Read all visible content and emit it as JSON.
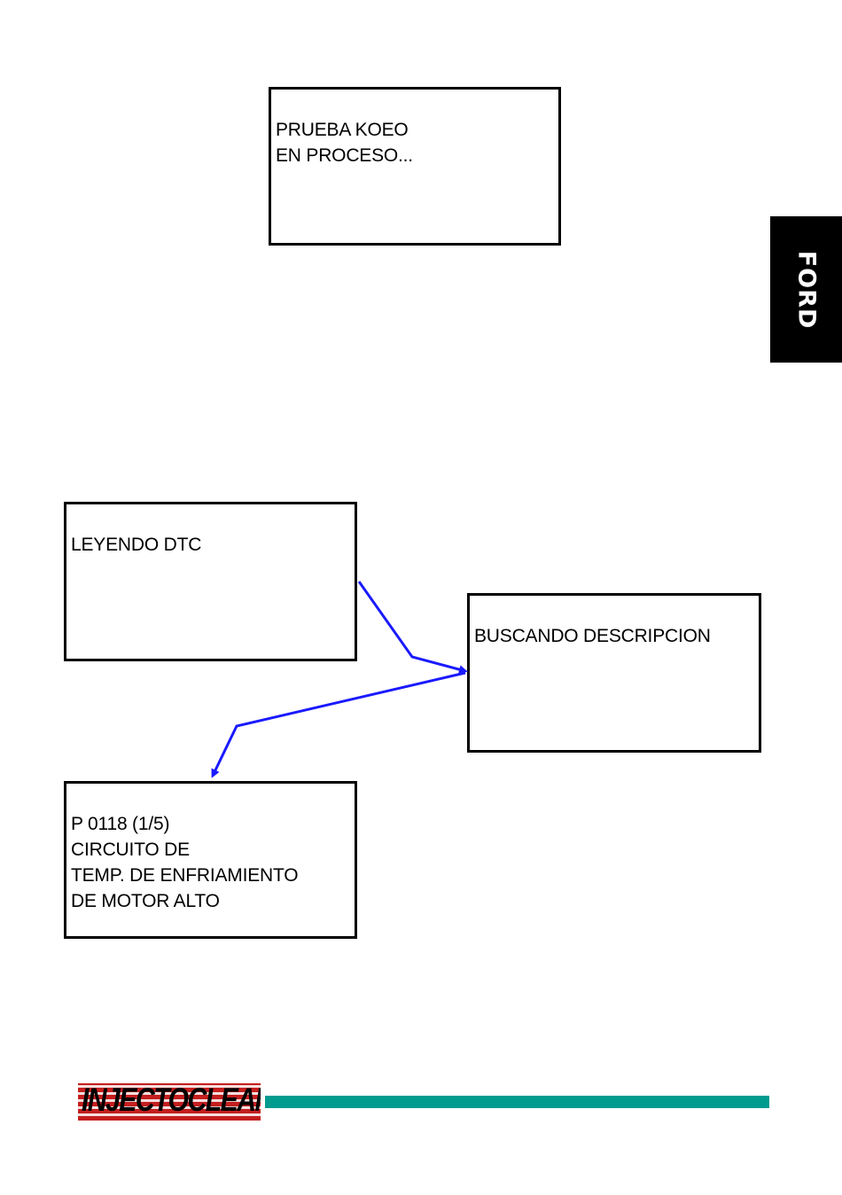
{
  "side_tab": {
    "label": "FORD"
  },
  "screens": {
    "koeo": {
      "lines": "PRUEBA KOEO\nEN PROCESO..."
    },
    "leyendo": {
      "lines": "LEYENDO DTC"
    },
    "buscando": {
      "lines": "BUSCANDO DESCRIPCION"
    },
    "dtc": {
      "lines": "P 0118 (1/5)\nCIRCUITO DE\nTEMP. DE ENFRIAMIENTO\nDE MOTOR ALTO"
    }
  },
  "footer": {
    "logo_text": "INJECTOCLEAN",
    "bar_color": "#009b8f",
    "logo_color": "#c41e1e"
  },
  "colors": {
    "arrow": "#1a1aff",
    "frame": "#000000"
  }
}
